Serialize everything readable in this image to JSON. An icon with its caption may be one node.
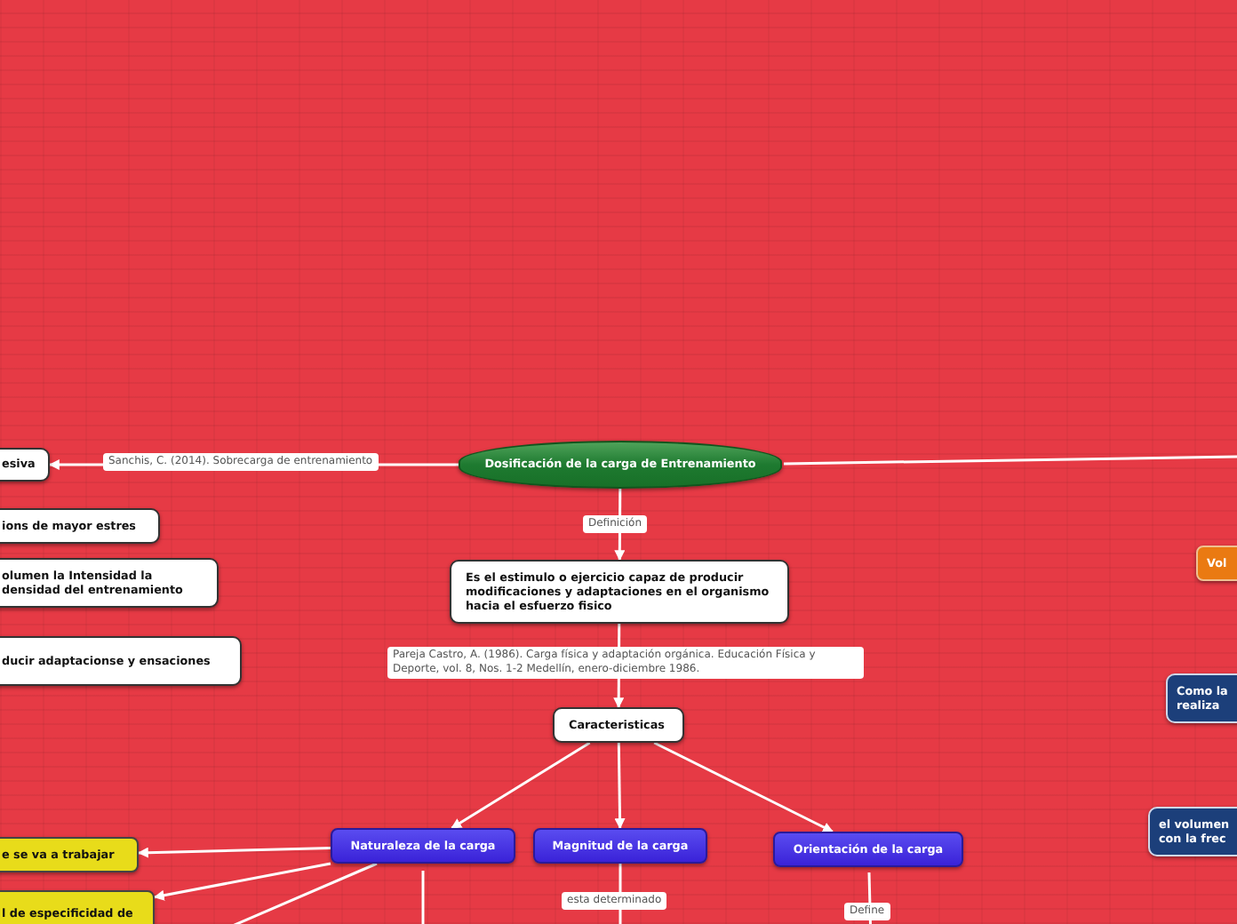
{
  "diagram": {
    "nodes": [
      {
        "text": [
          "Dosificación de la carga de Entrenamiento"
        ]
      },
      {
        "text": [
          "esiva"
        ]
      },
      {
        "text": [
          "ions de mayor estres"
        ]
      },
      {
        "text": [
          "olumen la Intensidad la densidad del entrenamiento"
        ]
      },
      {
        "text": [
          "ducir adaptacionse y ensaciones"
        ]
      },
      {
        "text": [
          "Es el estimulo o ejercicio capaz de producir modificaciones y adaptaciones en el organismo hacia el esfuerzo fisico"
        ]
      },
      {
        "text": [
          "Caracteristicas"
        ]
      },
      {
        "text": [
          "Naturaleza de la carga"
        ]
      },
      {
        "text": [
          "Magnitud de la carga"
        ]
      },
      {
        "text": [
          "Orientación de la carga"
        ]
      },
      {
        "text": [
          "e se va a trabajar"
        ]
      },
      {
        "text": [
          "l de especificidad de"
        ]
      },
      {
        "text": [
          "Vol"
        ]
      },
      {
        "text": [
          "Como la realiza"
        ]
      },
      {
        "text": [
          "el volumen con la frec"
        ]
      }
    ],
    "edges": [
      {
        "from": 0,
        "to": 1,
        "arrow": "to",
        "label": "Sanchis, C. (2014). Sobrecarga de entrenamiento"
      },
      {
        "from": 0,
        "to": null,
        "arrow": "none"
      },
      {
        "from": 0,
        "to": 5,
        "arrow": "to",
        "label": "Definición"
      },
      {
        "from": 5,
        "to": 6,
        "arrow": "to",
        "label": "Pareja Castro, A. (1986). Carga física y adaptación orgánica. Educación Física y Deporte, vol. 8, Nos. 1-2 Medellín, enero-diciembre 1986."
      },
      {
        "from": 6,
        "to": 7,
        "arrow": "to"
      },
      {
        "from": 6,
        "to": 8,
        "arrow": "to"
      },
      {
        "from": 6,
        "to": 9,
        "arrow": "to"
      },
      {
        "from": 7,
        "to": 10,
        "arrow": "to"
      },
      {
        "from": 7,
        "to": 11,
        "arrow": "to"
      },
      {
        "from": 7,
        "to": null,
        "arrow": "none"
      },
      {
        "from": 7,
        "to": null,
        "arrow": "none"
      },
      {
        "from": 8,
        "to": null,
        "arrow": "none",
        "label": "esta determinado"
      },
      {
        "from": 9,
        "to": null,
        "arrow": "none",
        "label": "Define"
      }
    ]
  }
}
